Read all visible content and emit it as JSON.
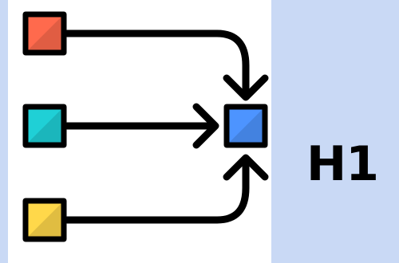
{
  "heading": {
    "text": "H1"
  },
  "colors": {
    "background": "#c9d9f5",
    "panel": "#ffffff",
    "outline": "#000000",
    "source_top": "#ff6a4d",
    "source_middle": "#1fd0d6",
    "source_bottom": "#ffd84a",
    "target": "#4d94ff"
  },
  "diagram": {
    "icon": "merge-flow-icon",
    "sources": [
      {
        "name": "source-top-square",
        "color": "#ff6a4d"
      },
      {
        "name": "source-middle-square",
        "color": "#1fd0d6"
      },
      {
        "name": "source-bottom-square",
        "color": "#ffd84a"
      }
    ],
    "target": {
      "name": "target-square",
      "color": "#4d94ff"
    }
  }
}
